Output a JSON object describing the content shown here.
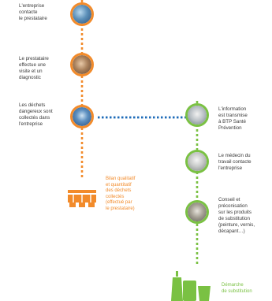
{
  "colors": {
    "orange": "#f28b2b",
    "green": "#7ac143",
    "blue_dashed": "#1e6bb8",
    "text": "#3a3a3a"
  },
  "left_steps": [
    {
      "text": "L'entreprise\ncontacte\nle prestataire",
      "icon": "company-photo"
    },
    {
      "text": "Le prestataire\neffectue une\nvisite et un\ndiagnostic",
      "icon": "visit-photo"
    },
    {
      "text": "Les déchets\ndangereux sont\ncollectés dans\nl'entreprise",
      "icon": "waste-collection-photo"
    }
  ],
  "right_steps": [
    {
      "text": "L'information\nest transmise\nà BTP Santé\nPrévention",
      "icon": "information-photo"
    },
    {
      "text": "Le médecin du\ntravail contacte\nl'entreprise",
      "icon": "doctor-photo"
    },
    {
      "text": "Conseil et\npréconisation\nsur les produits\nde substitution\n(peinture, vernis,\ndécapant…)",
      "icon": "advice-photo"
    }
  ],
  "orange_note": "Bilan qualitatif\net quantitatif\ndes déchets\ncollectés\n(effectué par\nle prestataire)",
  "green_note": "Démarche\nde substitution"
}
